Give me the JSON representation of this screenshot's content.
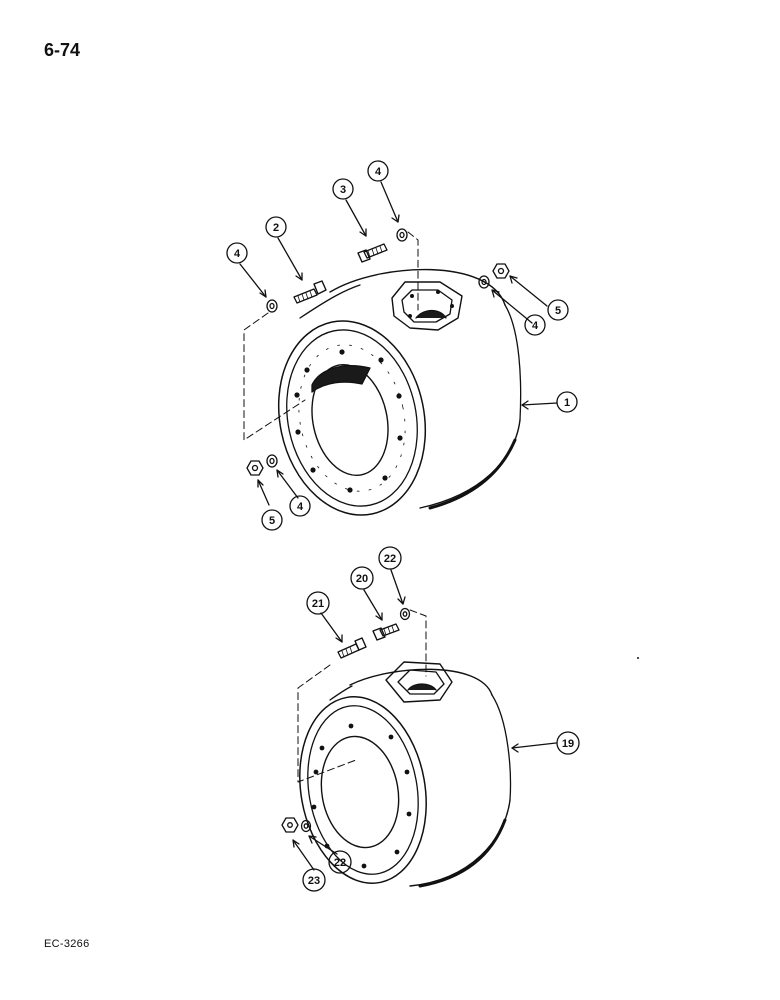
{
  "page": {
    "number": "6-74",
    "figure_code": "EC-3266"
  },
  "callouts": {
    "c1": "1",
    "c2": "2",
    "c3": "3",
    "c4a": "4",
    "c4b": "4",
    "c4c": "4",
    "c4d": "4",
    "c5a": "5",
    "c5b": "5",
    "c19": "19",
    "c20": "20",
    "c21": "21",
    "c22a": "22",
    "c22b": "22",
    "c23": "23"
  },
  "colors": {
    "ink": "#111111",
    "paper": "#ffffff",
    "shadow": "#1a1a1a"
  }
}
